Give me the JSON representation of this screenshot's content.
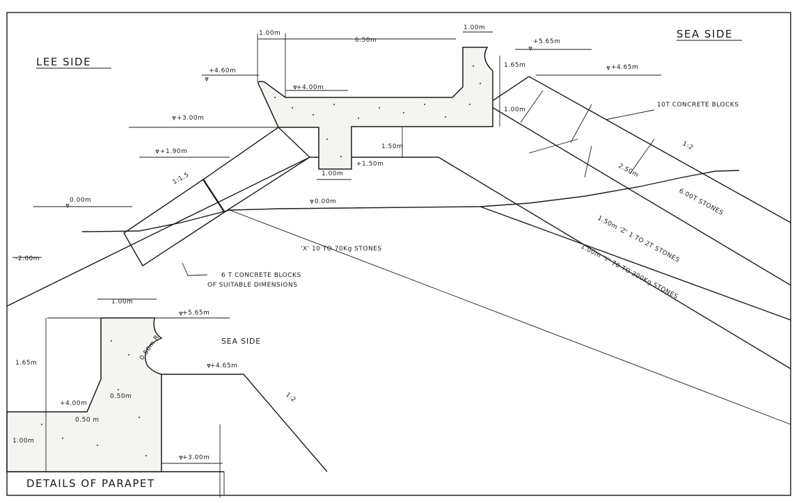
{
  "labels": {
    "lee_side": "LEE SIDE",
    "sea_side_top": "SEA SIDE",
    "sea_side_detail": "SEA SIDE",
    "details_title": "DETAILS OF PARAPET",
    "core_stones": "'X' 10 TO 70Kg STONES",
    "concrete_blocks_lee": "6 T CONCRETE BLOCKS",
    "concrete_blocks_lee_2": "OF SUITABLE DIMENSIONS",
    "concrete_blocks_sea": "10T CONCRETE BLOCKS",
    "stones_6t": "6.00T STONES",
    "layer_z": "1.50m 'Z' 1 TO 2T STONES",
    "layer_y": "1.00m 'Y' 70 TO 300Kg STONES"
  },
  "levels": {
    "top": "+5.65m",
    "crest_sea": "+4.65m",
    "crest_lee": "+4.60m",
    "deck": "+4.00m",
    "berm_lee": "+3.00m",
    "l190": "+1.90m",
    "l150": "+1.50m",
    "zero_lee": "0.00m",
    "zero_core": "0.00m",
    "minus2": "-2.00m",
    "detail_top": "+5.65m",
    "detail_sea": "+4.65m",
    "detail_low": "+4.00m",
    "detail_base": "+3.00m"
  },
  "dims": {
    "width_100_top_left": "1.00m",
    "width_650": "6.50m",
    "width_100_top_right": "1.00m",
    "height_165": "1.65m",
    "height_100": "1.00m",
    "height_150": "1.50m",
    "key_100": "1.00m",
    "armour_250": "2.50m",
    "detail_width_100": "1.00m",
    "detail_radius": "0.50m R",
    "detail_height_165": "1.65m",
    "detail_050": "0.50m",
    "detail_small_050": "0.50 m",
    "detail_height_100": "1.00m"
  },
  "slopes": {
    "lee": "1:1.5",
    "sea": "1:2",
    "detail_sea": "1:2"
  }
}
